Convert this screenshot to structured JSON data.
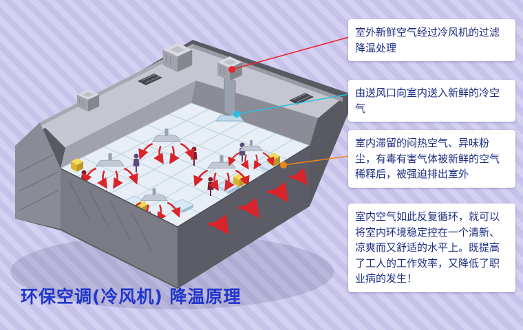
{
  "page": {
    "title": "环保空调(冷风机)  降温原理"
  },
  "callouts": [
    {
      "text": "室外新鲜空气经过冷风机的过滤降温处理",
      "line_color": "#e8252a"
    },
    {
      "text": "由送风口向室内送入新鲜的冷空气",
      "line_color": "#2bbfdf"
    },
    {
      "text": "室内滞留的闷热空气、异味粉尘，有毒有害气体被新鲜的空气稀释后，被强迫排出室外",
      "line_color": "#f08519"
    },
    {
      "text": "室内空气如此反复循环，就可以将室内环境稳定控在一个清新、凉爽而又舒适的水平上。既提高了工人的工作效率，又降低了职业病的发生！",
      "line_color": null
    }
  ],
  "illustration": {
    "name": "factory-evaporative-cooling-cutaway",
    "airflow_color": "#d8242a"
  },
  "colors": {
    "background": "#c6c2e9",
    "background_stripe": "#d4d0f2",
    "title_text": "#2135cc",
    "callout_text": "#1b2c80",
    "callout_background": "#ffffff"
  }
}
